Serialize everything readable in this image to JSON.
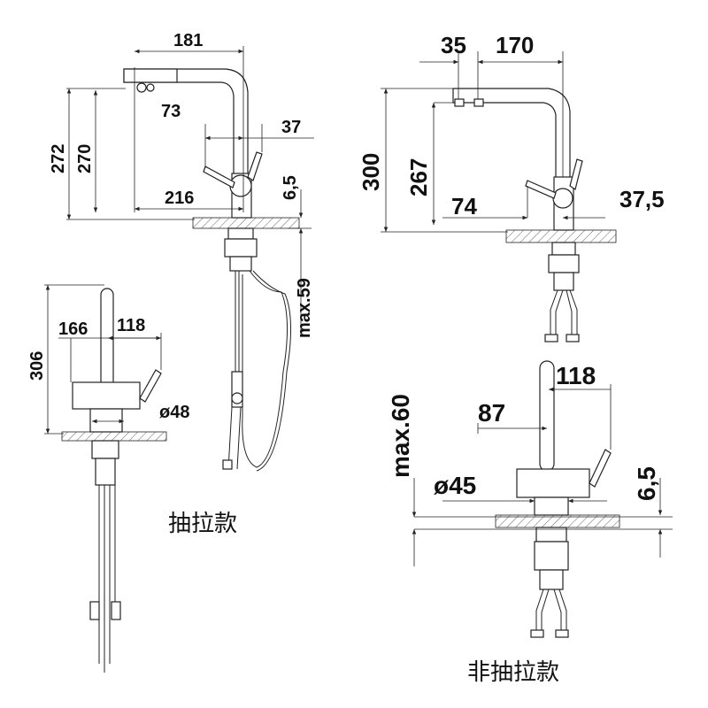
{
  "views": {
    "pullout_side": {
      "d_181": "181",
      "d_272": "272",
      "d_270": "270",
      "d_73": "73",
      "d_37": "37",
      "d_216": "216",
      "d_6_5": "6,5",
      "d_max59": "max.59"
    },
    "pullout_front": {
      "d_306": "306",
      "d_166": "166",
      "d_118": "118",
      "d_dia48": "ø48"
    },
    "fixed_side": {
      "d_35": "35",
      "d_170": "170",
      "d_300": "300",
      "d_267": "267",
      "d_74": "74",
      "d_37_5": "37,5"
    },
    "fixed_front": {
      "d_max60": "max.60",
      "d_118": "118",
      "d_87": "87",
      "d_dia45": "ø45",
      "d_6_5": "6,5"
    }
  },
  "captions": {
    "pullout": "抽拉款",
    "fixed": "非抽拉款"
  }
}
